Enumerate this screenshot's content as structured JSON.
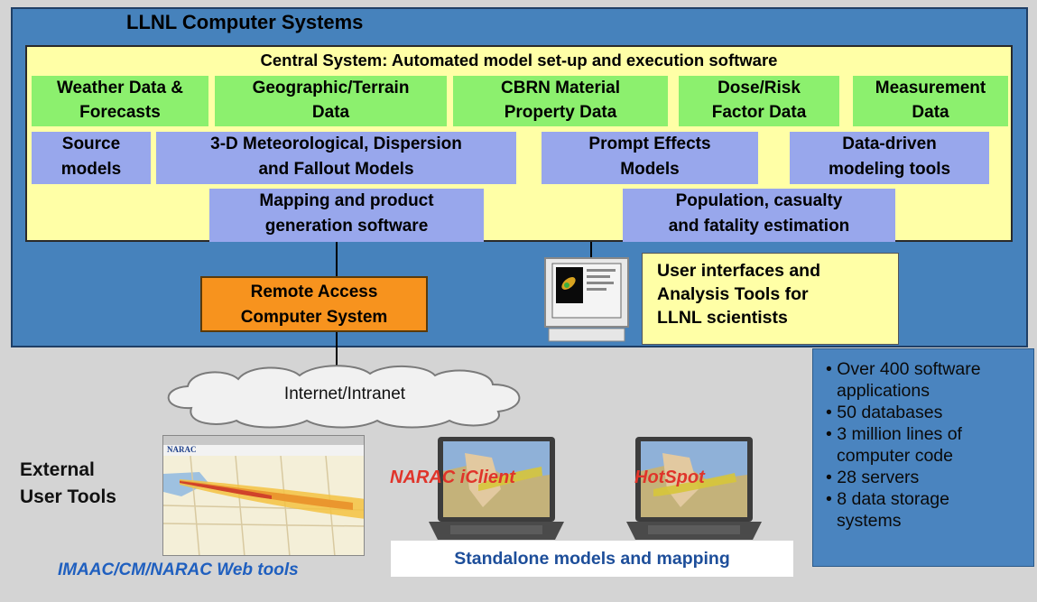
{
  "title": "LLNL Computer Systems",
  "central": "Central System: Automated model set-up and execution software",
  "green_boxes": [
    {
      "line1": "Weather Data &",
      "line2": "Forecasts"
    },
    {
      "line1": "Geographic/Terrain",
      "line2": "Data"
    },
    {
      "line1": "CBRN Material",
      "line2": "Property Data"
    },
    {
      "line1": "Dose/Risk",
      "line2": "Factor Data"
    },
    {
      "line1": "Measurement",
      "line2": "Data"
    }
  ],
  "model_boxes": [
    {
      "line1": "Source",
      "line2": "models"
    },
    {
      "line1": "3-D Meteorological, Dispersion",
      "line2": "and Fallout Models"
    },
    {
      "line1": "Prompt Effects",
      "line2": "Models"
    },
    {
      "line1": "Data-driven",
      "line2": "modeling tools"
    }
  ],
  "product_boxes": [
    {
      "line1": "Mapping and product",
      "line2": "generation software"
    },
    {
      "line1": "Population, casualty",
      "line2": "and fatality estimation"
    }
  ],
  "remote_access": {
    "line1": "Remote Access",
    "line2": "Computer System"
  },
  "user_interfaces": {
    "line1": "User interfaces and",
    "line2": "Analysis Tools for",
    "line3": "LLNL scientists"
  },
  "internet": "Internet/Intranet",
  "stats": [
    "• Over 400 software",
    "applications",
    "• 50 databases",
    "• 3 million lines of",
    "computer code",
    "• 28 servers",
    "• 8 data storage",
    "systems"
  ],
  "external": {
    "line1": "External",
    "line2": "User Tools"
  },
  "web_tools_label": "IMAAC/CM/NARAC  Web tools",
  "browser_logo": "NARAC",
  "iclient_label": "NARAC iClient",
  "hotspot_label": "HotSpot",
  "standalone_label": "Standalone models and mapping",
  "colors": {
    "panel_blue": "#4682bc",
    "yellow": "#ffffa6",
    "green": "#8cf06e",
    "lavender": "#98a7ec",
    "orange": "#f7931e"
  }
}
